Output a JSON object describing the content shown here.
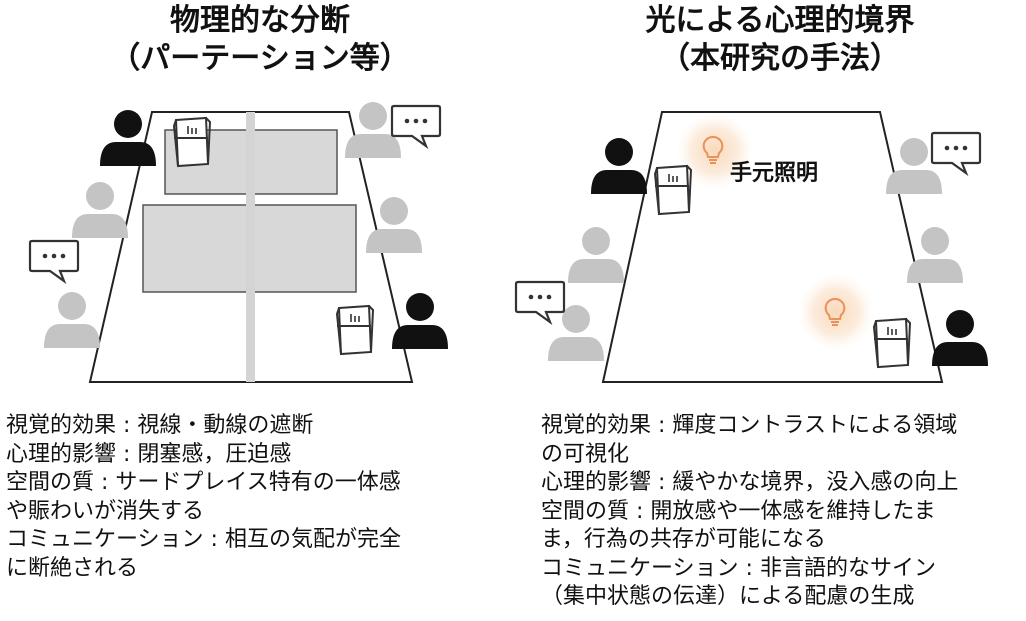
{
  "left": {
    "title_line1": "物理的な分断",
    "title_line2": "（パーテーション等）",
    "desc": [
      "視覚的効果 : 視線・動線の遮断",
      "心理的影響 : 閉塞感，圧迫感",
      "空間の質 : サードプレイス特有の一体感",
      "や賑わいが消失する",
      "コミュニケーション : 相互の気配が完全",
      "に断絶される"
    ]
  },
  "right": {
    "title_line1": "光による心理的境界",
    "title_line2": "（本研究の手法）",
    "lamp_label": "手元照明",
    "desc": [
      "視覚的効果 : 輝度コントラストによる領域",
      "の可視化",
      "心理的影響 : 緩やかな境界，没入感の向上",
      "空間の質 : 開放感や一体感を維持したま",
      "ま，行為の共存が可能になる",
      "コミュニケーション : 非言語的なサイン",
      "（集中状態の伝達）による配慮の生成"
    ]
  },
  "colors": {
    "active_person": "#111111",
    "other_person": "#c4c4c4",
    "table_outline": "#222222",
    "partition": "#d8d8d8",
    "lamp_glow": "#f6c9a2",
    "lamp_icon": "#e8935a"
  },
  "icons": {
    "person": "person-silhouette-icon",
    "speech": "speech-bubble-icon",
    "book": "open-book-icon",
    "lamp": "light-bulb-icon"
  }
}
